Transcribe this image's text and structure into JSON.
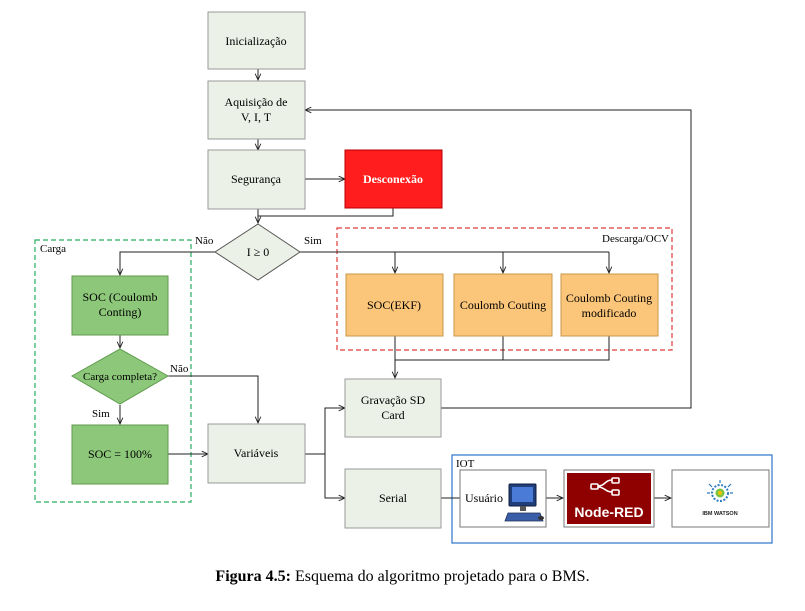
{
  "nodes": {
    "init": "Inicialização",
    "acq_l1": "Aquisição de",
    "acq_l2": "V, I, T",
    "seg": "Segurança",
    "desc": "Desconexão",
    "decision": "I ≥ 0",
    "soc_cc_l1": "SOC (Coulomb",
    "soc_cc_l2": "Conting)",
    "carga_q": "Carga completa?",
    "soc100": "SOC = 100%",
    "variaveis": "Variáveis",
    "ekf": "SOC(EKF)",
    "cc": "Coulomb Couting",
    "ccm_l1": "Coulomb Couting",
    "ccm_l2": "modificado",
    "grav_l1": "Gravação SD",
    "grav_l2": "Card",
    "serial": "Serial",
    "usuario": "Usuário"
  },
  "labels": {
    "nao1": "Não",
    "sim1": "Sim",
    "nao2": "Não",
    "sim2": "Sim",
    "group_carga": "Carga",
    "group_descarga": "Descarga/OCV",
    "group_iot": "IOT"
  },
  "logos": {
    "nodered": "Node-RED",
    "watson": "IBM WATSON"
  },
  "caption": {
    "prefix": "Figura 4.5:",
    "text": " Esquema do algoritmo projetado para o BMS."
  },
  "colors": {
    "light_green": "#ebf1e6",
    "green": "#8dc87a",
    "orange": "#fcc67a",
    "red": "#ff1d1d",
    "dash_green": "#27ae60",
    "dash_red": "#e03c3c",
    "iot_blue": "#3b7fd0",
    "nodered": "#8f0000"
  }
}
